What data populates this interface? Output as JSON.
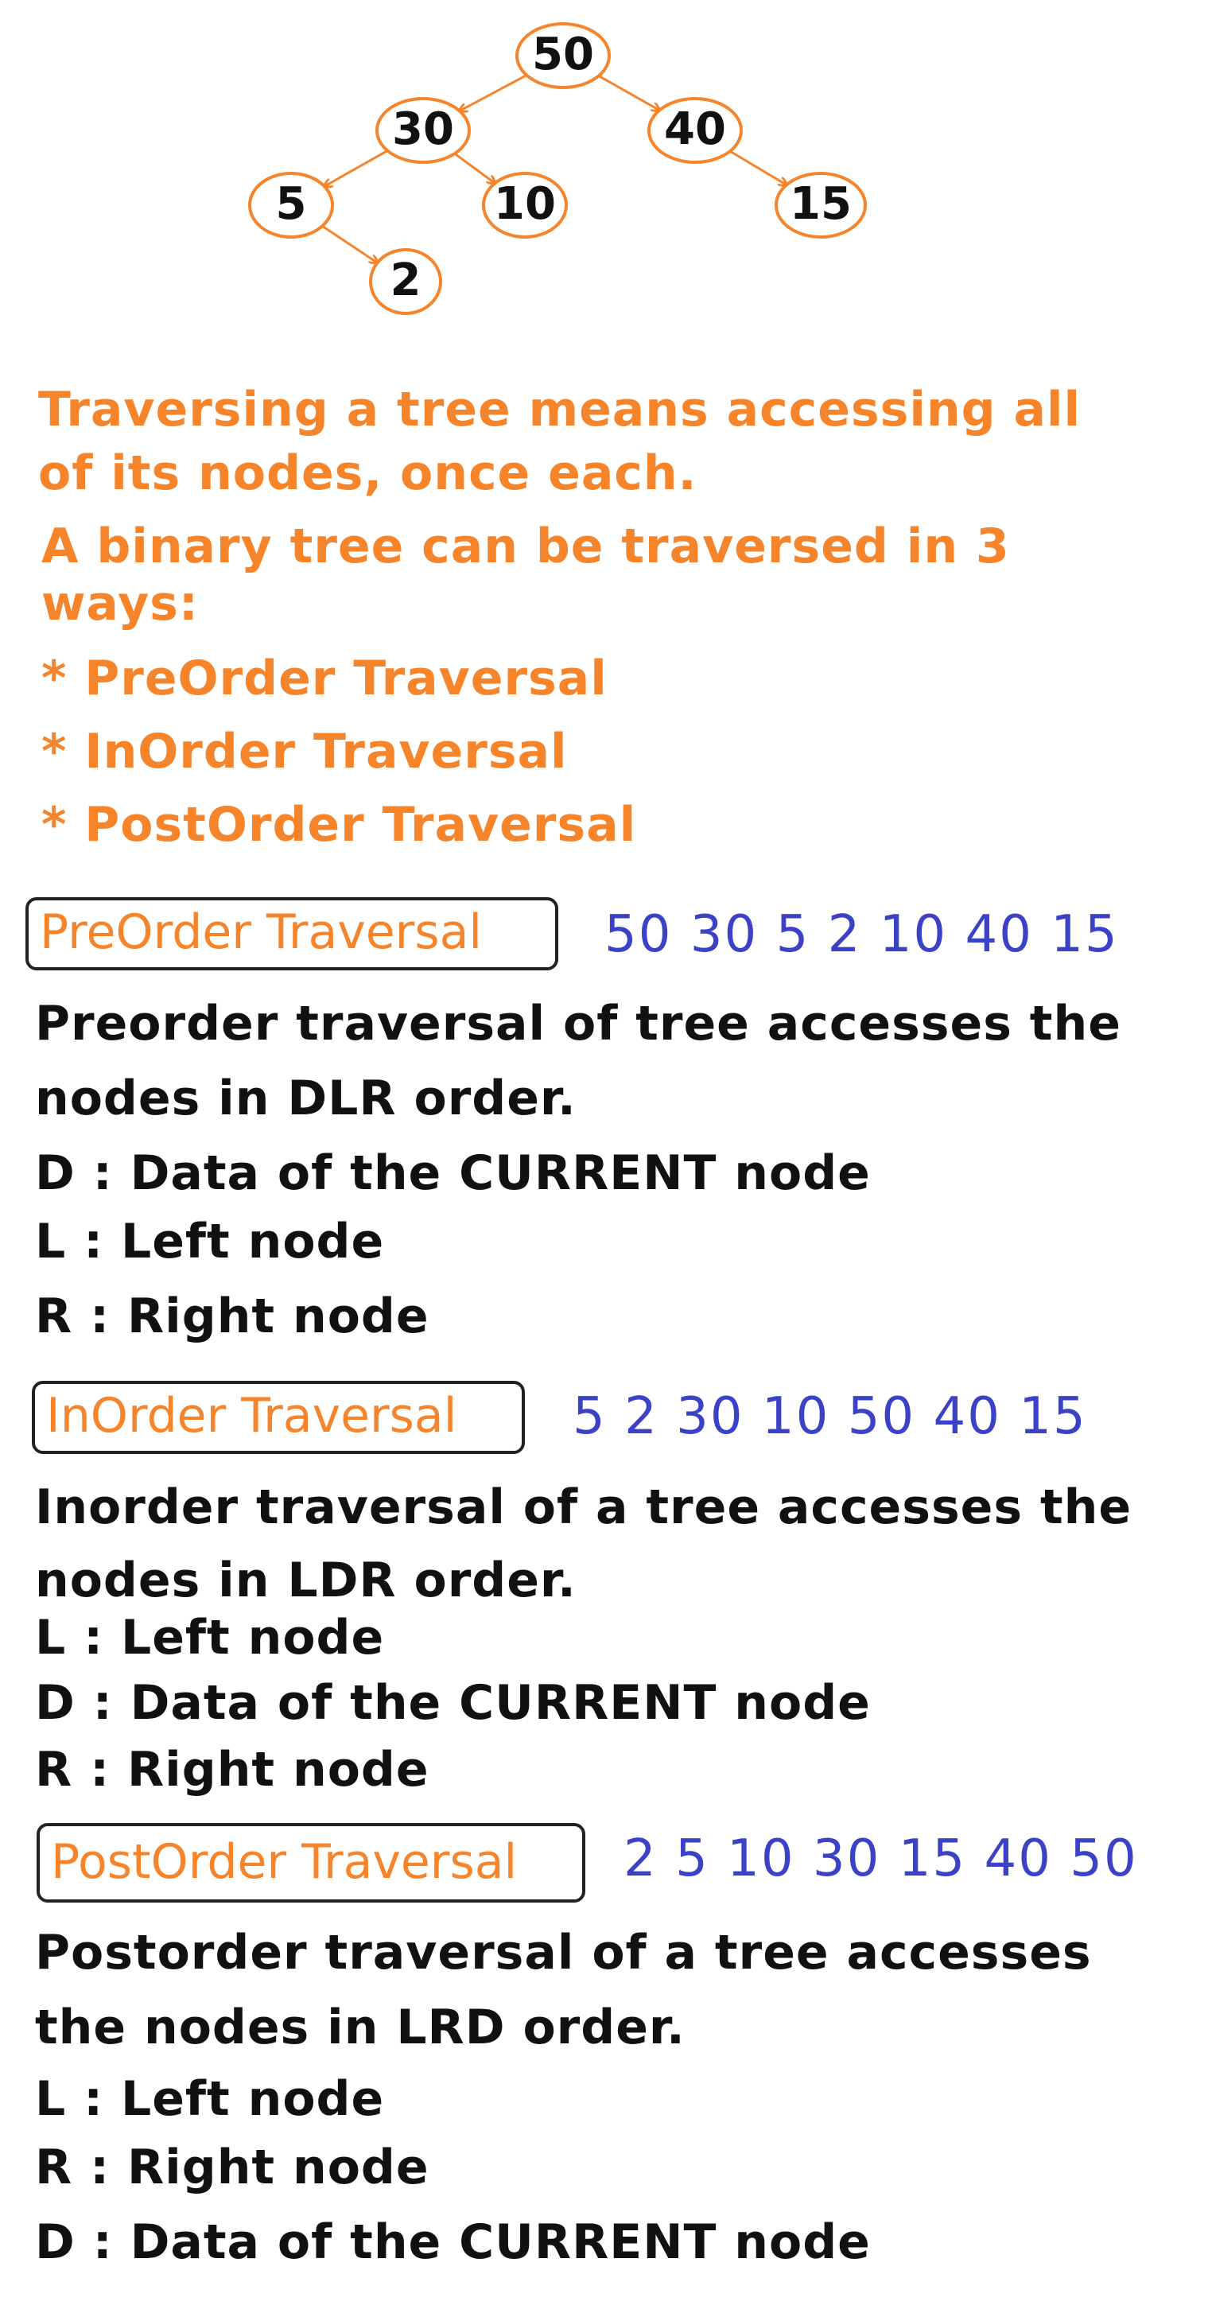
{
  "colors": {
    "accent": "#f5842a",
    "sequence": "#3c42c8",
    "text": "#111111",
    "border": "#222222"
  },
  "tree": {
    "nodes": [
      {
        "id": "n50",
        "label": "50"
      },
      {
        "id": "n30",
        "label": "30"
      },
      {
        "id": "n40",
        "label": "40"
      },
      {
        "id": "n5",
        "label": "5"
      },
      {
        "id": "n10",
        "label": "10"
      },
      {
        "id": "n15",
        "label": "15"
      },
      {
        "id": "n2",
        "label": "2"
      }
    ],
    "edges": [
      [
        "n50",
        "n30"
      ],
      [
        "n50",
        "n40"
      ],
      [
        "n30",
        "n5"
      ],
      [
        "n30",
        "n10"
      ],
      [
        "n40",
        "n15"
      ],
      [
        "n5",
        "n2"
      ]
    ]
  },
  "intro": {
    "line1": "Traversing a tree means accessing all",
    "line2": "of its nodes, once each.",
    "line3": "A binary tree can be traversed in 3",
    "line4": "ways:",
    "bullets": [
      "* PreOrder Traversal",
      "* InOrder Traversal",
      "* PostOrder Traversal"
    ]
  },
  "preorder": {
    "title": "PreOrder Traversal",
    "sequence": "50 30 5 2 10 40 15",
    "desc1": "Preorder traversal of tree accesses the",
    "desc2": "nodes in DLR order.",
    "lines": [
      "D : Data of the CURRENT node",
      "L : Left node",
      "R : Right node"
    ]
  },
  "inorder": {
    "title": "InOrder Traversal",
    "sequence": "5 2 30 10 50 40 15",
    "desc1": "Inorder traversal of a tree accesses the",
    "desc2": "nodes in LDR order.",
    "lines": [
      "L : Left node",
      "D : Data of the CURRENT node",
      "R : Right node"
    ]
  },
  "postorder": {
    "title": "PostOrder Traversal",
    "sequence": "2 5 10 30 15 40 50",
    "desc1": "Postorder traversal of a tree accesses",
    "desc2": "the nodes in LRD order.",
    "lines": [
      "L : Left node",
      "R : Right node",
      "D : Data of the CURRENT node"
    ]
  }
}
